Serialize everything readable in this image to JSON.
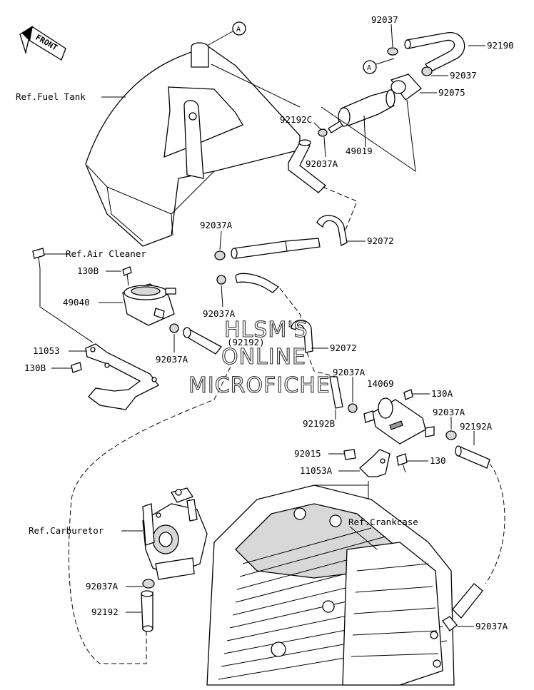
{
  "watermark": {
    "line1": "HLSM'S",
    "line2": "ONLINE",
    "line3": "MICROFICHE"
  },
  "front_marker": "FRONT",
  "connector": "A",
  "labels": {
    "p92037": "92037",
    "p92190": "92190",
    "p92037b": "92037",
    "p92075": "92075",
    "p92192C": "92192C",
    "p49019": "49019",
    "p92037A_top": "92037A",
    "p92072_top": "92072",
    "p92037A_mid": "92037A",
    "p130B_top": "130B",
    "p49040": "49040",
    "p92037A_mid2": "92037A",
    "p92037A_mid3": "92037A",
    "p92192_paren": "(92192)",
    "p92072_mid": "92072",
    "p11053": "11053",
    "p130B_bot": "130B",
    "p92037A_r1": "92037A",
    "p14069": "14069",
    "p130A": "130A",
    "p92037A_r2": "92037A",
    "p92192A": "92192A",
    "p92192B": "92192B",
    "p92015": "92015",
    "p130": "130",
    "p11053A": "11053A",
    "p92037A_carb": "92037A",
    "p92192_bot": "92192",
    "p92037A_br": "92037A"
  },
  "references": {
    "fuel_tank": "Ref.Fuel Tank",
    "air_cleaner": "Ref.Air Cleaner",
    "carburetor": "Ref.Carburetor",
    "crankcase": "Ref.Crankcase"
  }
}
